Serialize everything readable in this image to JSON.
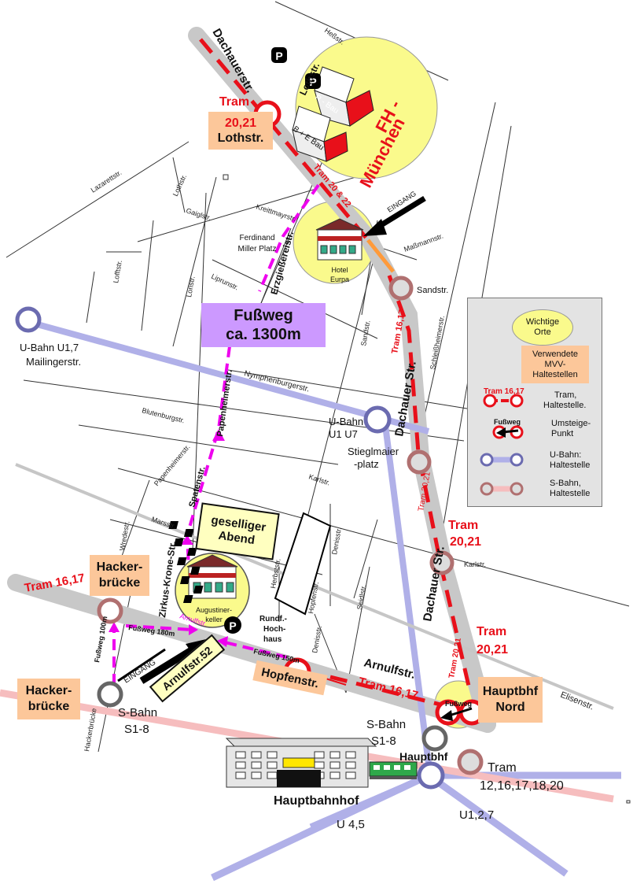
{
  "streets": {
    "hessstr": "Heßstr.",
    "lothstr_n": "Lothstr.",
    "lazarettstr": "Lazarettstr.",
    "lothstr_w": "Lothstr.",
    "gaiglstr": "Gaiglstr.",
    "kreittmayrstr": "Kreittmayrstr.",
    "massmannstr": "Maßmannstr.",
    "lofftstr": "Lofftstr.",
    "loristr": "Loristr.",
    "liprunstr": "Liprunstr.",
    "sandstr_w": "Sandstr.",
    "schleissheimerstr": "Schleißheimerstr.",
    "nymphenburgerstr": "Nymphenburgerstr.",
    "blutenburgstr": "Blutenburgstr.",
    "papenheimerstr_small": "Papenheimerstr.",
    "karlstr_w": "Karlstr.",
    "wredestr": "Wredestr.",
    "marsstr": "Marsstr.",
    "herbststr": "Herbststr.",
    "hopfenstr_small": "Hopfenstr.",
    "denisstr_n": "Denisstr.",
    "denisstr_s": "Denisstr.",
    "seidlstr": "Seidlstr.",
    "karlstr_e": "Karlstr.",
    "elisenstr": "Elisenstr.",
    "hackerbruecke_small": "Hackerbrücke",
    "arnulfstr_small": "Arnulfstr."
  },
  "big_streets": {
    "dachauerstr_top": "Dachauerstr.",
    "lothstr": "Lothstr.",
    "erzgiessereistr": "Erzgießereistr.",
    "papenheimerstr": "Papenheimerstr.",
    "spatenstr": "Spatenstr.",
    "zirkus_krone_str": "Zirkus-Krone-Str.",
    "dachauer_str_mid": "Dachauer Str.",
    "dachauer_str_low": "Dachauer Str.",
    "arnulfstr": "Arnulfstr."
  },
  "labels": {
    "tram_lothstr": "Tram",
    "r_bau": "R - Bau",
    "be_bau": "B + E Bau",
    "fh_muenchen_line1": "FH -",
    "fh_muenchen_line2": "München",
    "tram_20_22": "Tram 20 & 22",
    "eingang_hotel": "EINGANG",
    "ferdinand_miller_line1": "Ferdinand",
    "ferdinand_miller_line2": "Miller Platz",
    "hotel_line1": "Hotel",
    "hotel_line2": "Eurpa",
    "sandstr_stop": "Sandstr.",
    "tram_16_17_dachauer": "Tram 16,17",
    "ubahn_west_line1": "U-Bahn U1,7",
    "ubahn_west_line2": "Mailingerstr.",
    "ubahn_stiegl_line1": "U-Bahn",
    "ubahn_stiegl_line2": "U1 U7",
    "stiegl_line1": "Stieglmaier",
    "stiegl_line2": "-platz",
    "tram_20_21_vertical": "Tram 20,21",
    "tram_2021_mid_line1": "Tram",
    "tram_2021_mid_line2": "20,21",
    "karlstr_stop": "Karlstr.",
    "tram_2021_low_line1": "Tram",
    "tram_2021_low_line2": "20,21",
    "tram_2021_vertical_low": "Tram 20,21",
    "tram_16_17_west": "Tram 16,17",
    "augustiner_line1": "Augustiner-",
    "augustiner_line2": "keller",
    "arnulfstr_under": "Arnulfstr.",
    "rundfunk_line1": "Rundf.-",
    "rundfunk_line2": "Hoch-",
    "rundfunk_line3": "haus",
    "fussweg_100m": "Fußweg 100m",
    "fussweg_180m": "Fußweg 180m",
    "fussweg_150m": "Fußweg 150m",
    "eingang_keller": "EINGANG",
    "tram_16_17_arnulf": "Tram 16,17",
    "fussweg_umstieg": "Fußweg",
    "sbahn_west_line1": "S-Bahn",
    "sbahn_west_line2": "S1-8",
    "sbahn_hbf_line1": "S-Bahn",
    "sbahn_hbf_line2": "S1-8",
    "hauptbhf_stop": "Hauptbhf",
    "hauptbahnhof_building": "Hauptbahnhof",
    "tram_hbf_line1": "Tram",
    "tram_hbf_line2": "12,16,17,18,20",
    "u45": "U 4,5",
    "u127": "U1,2,7",
    "parking": "P"
  },
  "boxes": {
    "lothstr_line1": "20,21",
    "lothstr_line2": "Lothstr.",
    "fussweg_line1": "Fußweg",
    "fussweg_line2": "ca. 1300m",
    "geselliger_line1": "geselliger",
    "geselliger_line2": "Abend",
    "hacker_top_line1": "Hacker-",
    "hacker_top_line2": "brücke",
    "hacker_bottom_line1": "Hacker-",
    "hacker_bottom_line2": "brücke",
    "arnulfstr52": "Arnulfstr.52",
    "hopfenstr": "Hopfenstr.",
    "hbf_nord_line1": "Hauptbhf",
    "hbf_nord_line2": "Nord"
  },
  "legend": {
    "wichtige_line1": "Wichtige",
    "wichtige_line2": "Orte",
    "mvv_line1": "Verwendete",
    "mvv_line2": "MVV-",
    "mvv_line3": "Haltestellen",
    "tram_sample": "Tram 16,17",
    "tram_line1": "Tram,",
    "tram_line2": "Haltestelle.",
    "fussweg_sample": "Fußweg",
    "umstieg_line1": "Umsteige-",
    "umstieg_line2": "Punkt",
    "ubahn_line1": "U-Bahn:",
    "ubahn_line2": "Haltestelle",
    "sbahn_line1": "S-Bahn,",
    "sbahn_line2": "Haltestelle"
  },
  "colors": {
    "tram": "#e8101a",
    "ubahn": "#7f82c8",
    "sbahn": "#f1a5a6",
    "fussweg": "#ee00ee",
    "highlight": "#fafa8c",
    "box_orange": "#fcc79a",
    "box_purple": "#cc99ff"
  }
}
